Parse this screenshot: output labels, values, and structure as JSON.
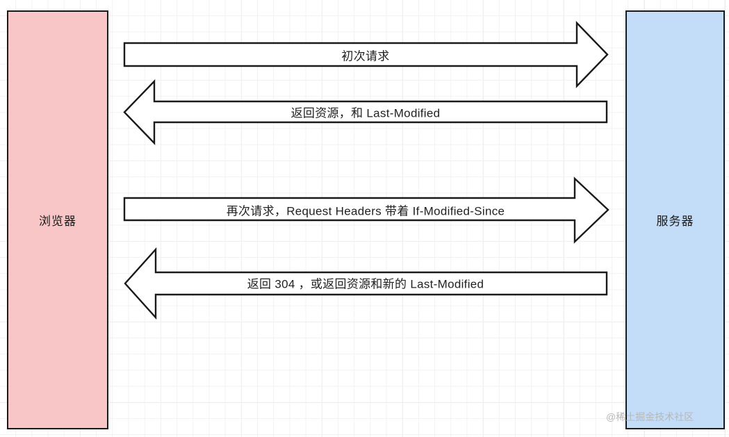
{
  "diagram": {
    "type": "sequence-flow",
    "title_text": "",
    "colors": {
      "browser_fill": "#f8c6c6",
      "server_fill": "#c3dcf7",
      "stroke": "#1a1a1a",
      "arrow_fill": "#ffffff",
      "grid_minor": "#f2f2f2",
      "grid_major": "#e6e6e6",
      "watermark": "#b8b8b8"
    },
    "nodes": [
      {
        "id": "browser",
        "label": "浏览器",
        "side": "left"
      },
      {
        "id": "server",
        "label": "服务器",
        "side": "right"
      }
    ],
    "arrows": [
      {
        "id": "arrow-1",
        "label": "初次请求",
        "direction": "right",
        "from": "browser",
        "to": "server"
      },
      {
        "id": "arrow-2",
        "label": "返回资源，和 Last-Modified",
        "direction": "left",
        "from": "server",
        "to": "browser"
      },
      {
        "id": "arrow-3",
        "label": "再次请求，Request Headers 带着 If-Modified-Since",
        "direction": "right",
        "from": "browser",
        "to": "server"
      },
      {
        "id": "arrow-4",
        "label": "返回 304 ，或返回资源和新的 Last-Modified",
        "direction": "left",
        "from": "server",
        "to": "browser"
      }
    ],
    "watermark": "@稀土掘金技术社区"
  }
}
